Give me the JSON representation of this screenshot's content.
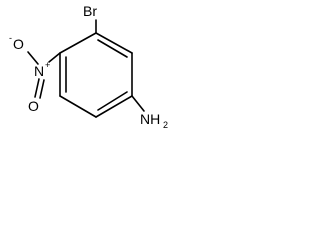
{
  "molecule": {
    "atoms": {
      "bromine": "Br",
      "nitro_oxygen_top": "O",
      "nitro_oxygen_top_charge": "-",
      "nitro_nitrogen": "N",
      "nitro_nitrogen_charge": "+",
      "nitro_oxygen_bottom": "O",
      "amine_nitrogen": "NH",
      "amine_subscript": "2"
    }
  }
}
